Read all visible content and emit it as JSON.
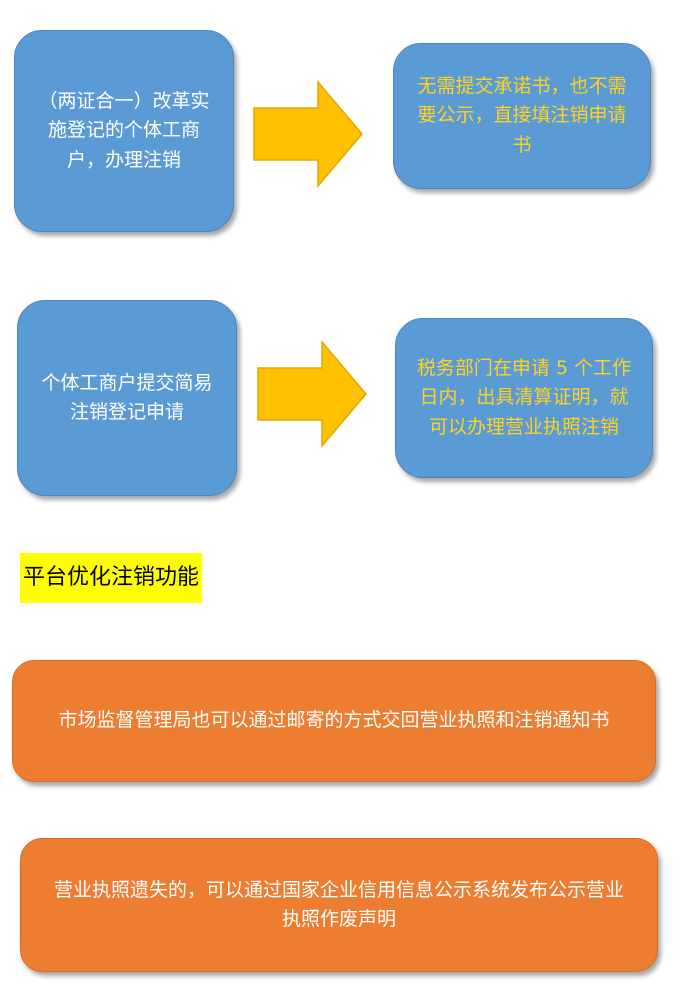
{
  "row1": {
    "left_text": "（两证合一）改革实施登记的个体工商户，办理注销",
    "right_text": "无需提交承诺书，也不需要公示，直接填注销申请书"
  },
  "row2": {
    "left_text": "个体工商户提交简易注销登记申请",
    "right_text": "税务部门在申请 5 个工作日内，出具清算证明，就可以办理营业执照注销"
  },
  "section_title": "平台优化注销功能",
  "notes": [
    {
      "text": "市场监督管理局也可以通过邮寄的方式交回营业执照和注销通知书"
    },
    {
      "text": "营业执照遗失的，可以通过国家企业信用信息公示系统发布公示营业执照作废声明"
    }
  ],
  "colors": {
    "blue_box": "#5b9bd5",
    "arrow": "#ffc000",
    "yellow_text": "#ffd21f",
    "orange_box": "#ed7d31",
    "highlight": "#ffff00"
  }
}
